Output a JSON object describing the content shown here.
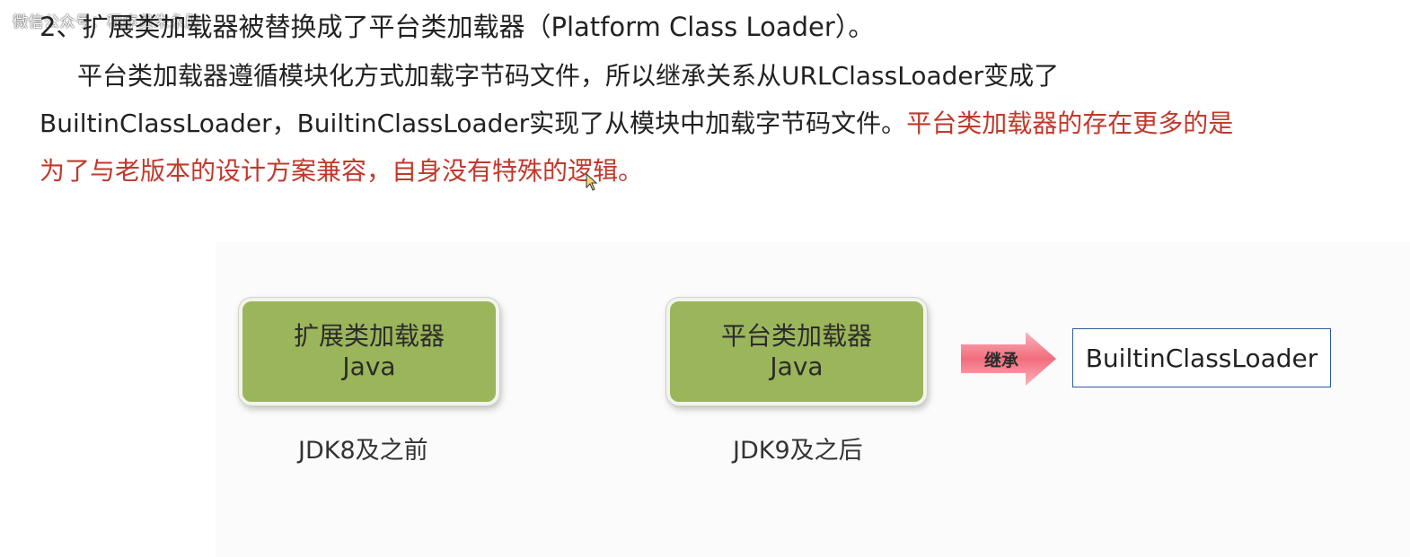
{
  "watermark": "微信公众号：程序员朱永胜",
  "heading": "2、扩展类加载器被替换成了平台类加载器（Platform Class Loader）。",
  "paragraph": {
    "line1": "平台类加载器遵循模块化方式加载字节码文件，所以继承关系从URLClassLoader变成了",
    "line2_normal": "BuiltinClassLoader，BuiltinClassLoader实现了从模块中加载字节码文件。",
    "line2_red": "平台类加载器的存在更多的是",
    "line3_red": "为了与老版本的设计方案兼容，自身没有特殊的逻辑。"
  },
  "diagram": {
    "left_box": {
      "title": "扩展类加载器",
      "subtitle": "Java",
      "caption": "JDK8及之前"
    },
    "right_box": {
      "title": "平台类加载器",
      "subtitle": "Java",
      "caption": "JDK9及之后"
    },
    "arrow_label": "继承",
    "parent_class": "BuiltinClassLoader"
  },
  "colors": {
    "highlight_red": "#c0392b",
    "box_green": "#9bb55a",
    "arrow_pink": "#f26d7d",
    "class_border": "#2f5d99"
  }
}
